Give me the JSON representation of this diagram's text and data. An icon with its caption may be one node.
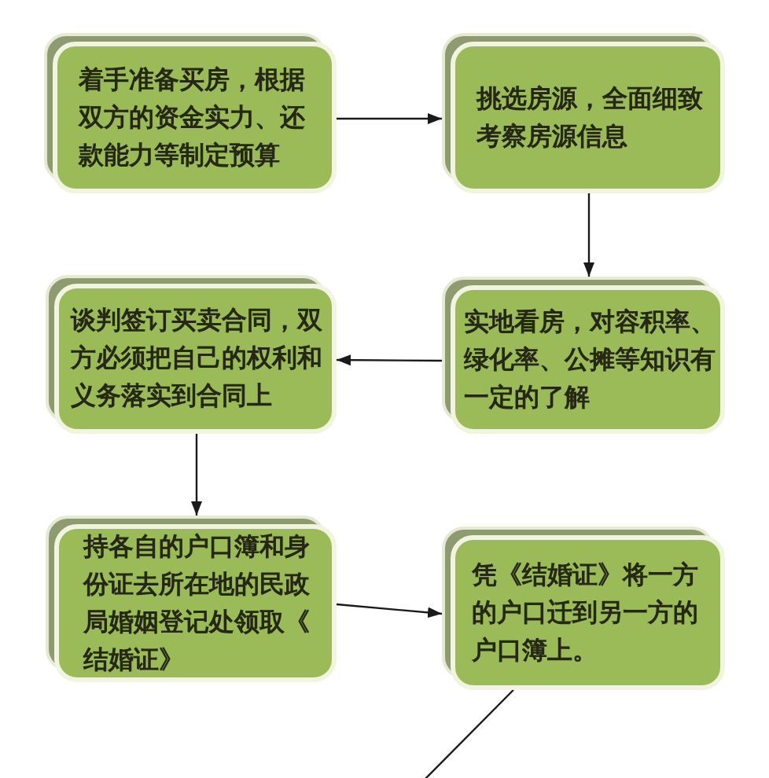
{
  "diagram": {
    "nodes": [
      {
        "text": [
          "着手准备买房，根据双方的资金实力、还款能力等制定预算"
        ]
      },
      {
        "text": [
          "挑选房源，全面细致考察房源信息"
        ]
      },
      {
        "text": [
          "谈判签订买卖合同，双方必须把自己的权利和义务落实到合同上"
        ]
      },
      {
        "text": [
          "实地看房，对容积率、绿化率、公摊等知识有一定的了解"
        ]
      },
      {
        "text": [
          "持各自的户口簿和身份证去所在地的民政局婚姻登记处领取《结婚证》"
        ]
      },
      {
        "text": [
          "凭《结婚证》将一方的户口迁到另一方的户口簿上。"
        ]
      }
    ],
    "edges": [
      {
        "from": 0,
        "to": 1,
        "arrow": "to"
      },
      {
        "from": 1,
        "to": 3,
        "arrow": "to"
      },
      {
        "from": 3,
        "to": 2,
        "arrow": "to"
      },
      {
        "from": 2,
        "to": 4,
        "arrow": "to"
      },
      {
        "from": 4,
        "to": 5,
        "arrow": "to"
      },
      {
        "from": 5,
        "to": null,
        "arrow": "none"
      }
    ]
  }
}
